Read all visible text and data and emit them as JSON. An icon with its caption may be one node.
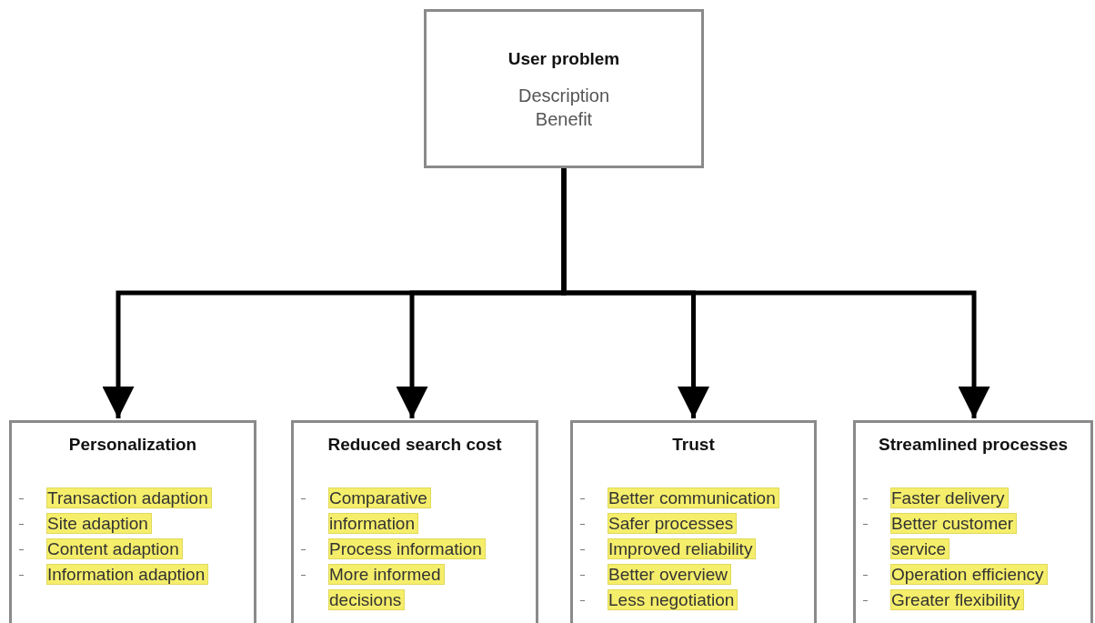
{
  "diagram": {
    "nodes": [
      {
        "text": [
          "User problem",
          "Description",
          "Benefit"
        ]
      },
      {
        "text": [
          "Personalization",
          "Transaction adaption",
          "Site adaption",
          "Content adaption",
          "Information adaption"
        ]
      },
      {
        "text": [
          "Reduced search cost",
          "Comparative information",
          "Process information",
          "More informed decisions"
        ]
      },
      {
        "text": [
          "Trust",
          "Better communication",
          "Safer processes",
          "Improved reliability",
          "Better overview",
          "Less negotiation"
        ]
      },
      {
        "text": [
          "Streamlined processes",
          "Faster delivery",
          "Better customer service",
          "Operation efficiency",
          "Greater flexibility"
        ]
      }
    ],
    "edges": [
      {
        "from": 0,
        "to": 1,
        "arrow": "to"
      },
      {
        "from": 0,
        "to": 2,
        "arrow": "to"
      },
      {
        "from": 0,
        "to": 3,
        "arrow": "to"
      },
      {
        "from": 0,
        "to": 4,
        "arrow": "to"
      }
    ]
  }
}
